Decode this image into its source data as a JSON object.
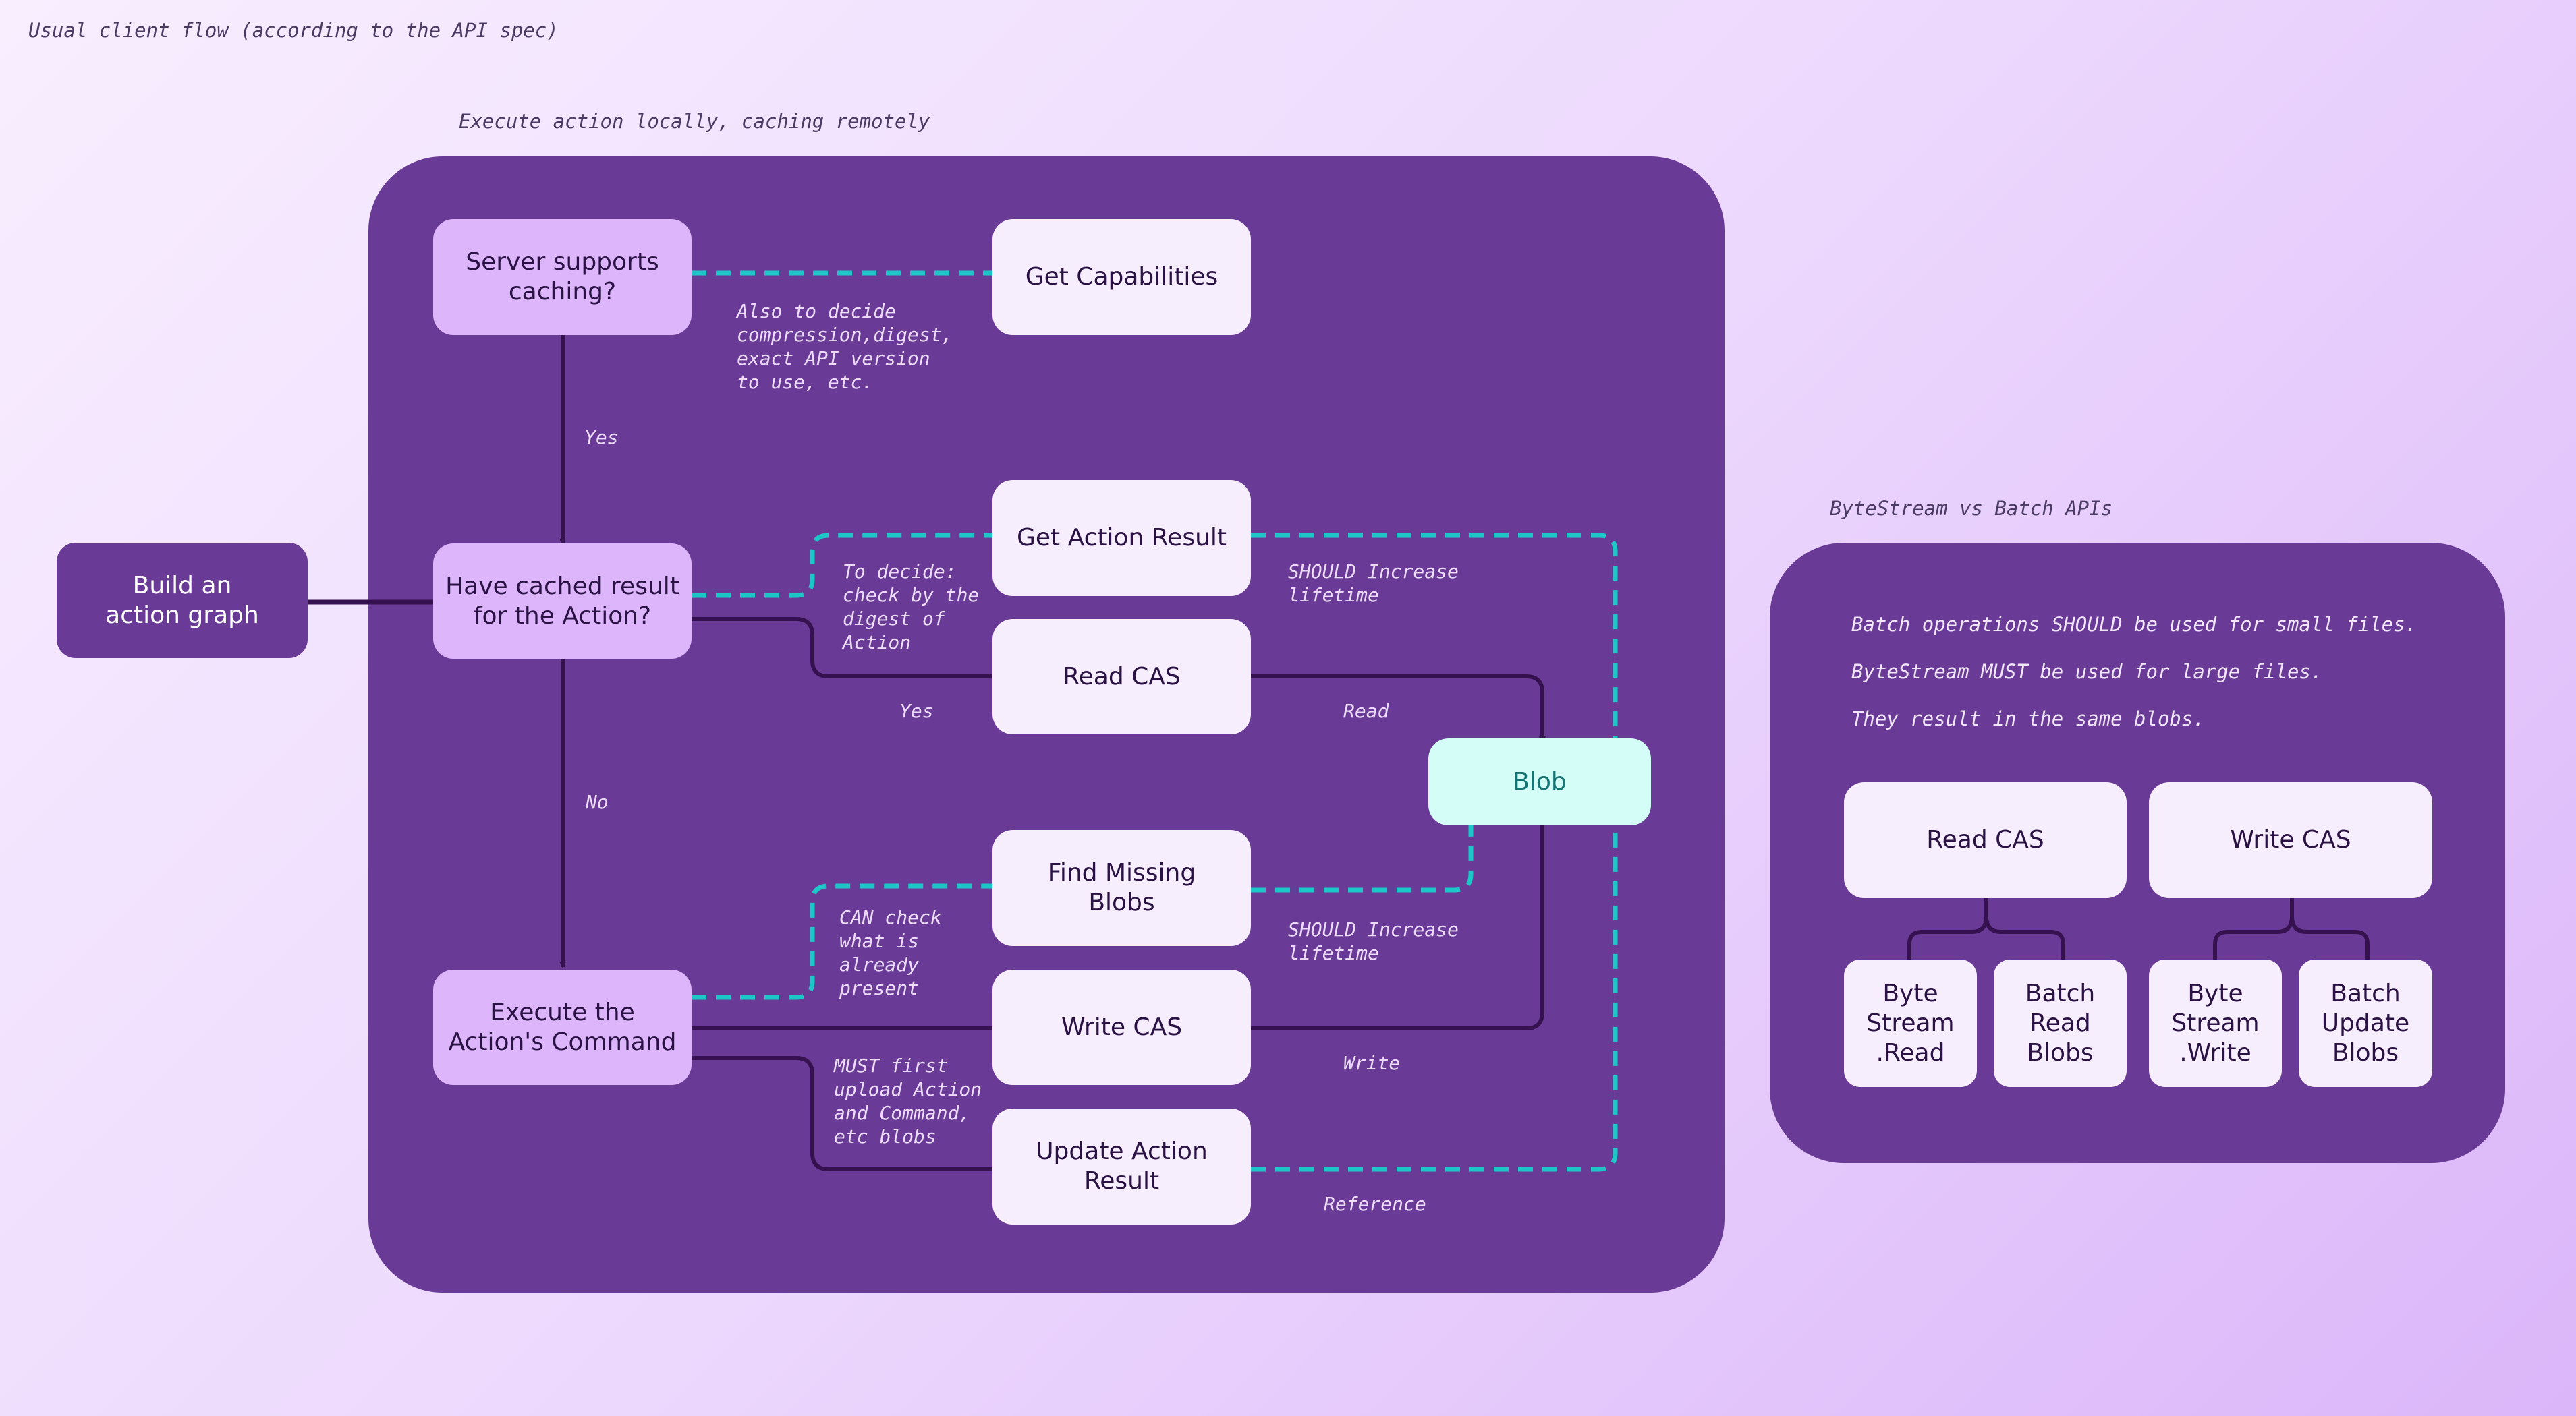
{
  "page_title": "Usual client flow (according to the API spec)",
  "main_section": {
    "caption": "Execute action locally, caching remotely",
    "nodes": {
      "build_graph": "Build an\naction graph",
      "server_supports_caching": "Server supports\ncaching?",
      "get_capabilities": "Get Capabilities",
      "have_cached_result": "Have cached result\nfor the Action?",
      "get_action_result": "Get Action Result",
      "read_cas": "Read CAS",
      "blob": "Blob",
      "find_missing_blobs": "Find Missing\nBlobs",
      "execute_command": "Execute the\nAction's Command",
      "write_cas": "Write CAS",
      "update_action_result": "Update Action\nResult"
    },
    "notes": {
      "capabilities": "Also to decide\ncompression,digest,\nexact API version\nto use, etc.",
      "yes_top": "Yes",
      "to_decide": "To decide:\ncheck by the\ndigest of\nAction",
      "yes_mid": "Yes",
      "no": "No",
      "should_increase_1": "SHOULD Increase\nlifetime",
      "read": "Read",
      "can_check": "CAN check\nwhat is\nalready\npresent",
      "should_increase_2": "SHOULD Increase\nlifetime",
      "must_first": "MUST first\nupload Action\nand Command,\netc blobs",
      "write": "Write",
      "reference": "Reference"
    }
  },
  "side_section": {
    "caption": "ByteStream vs Batch APIs",
    "lines": [
      "Batch operations SHOULD be used for small files.",
      "ByteStream MUST be used for large files.",
      "They result in the same blobs."
    ],
    "nodes": {
      "read_cas": "Read CAS",
      "write_cas": "Write CAS",
      "bytestream_read": "Byte\nStream\n.Read",
      "batch_read_blobs": "Batch\nRead\nBlobs",
      "bytestream_write": "Byte\nStream\n.Write",
      "batch_update_blobs": "Batch\nUpdate\nBlobs"
    }
  },
  "colors": {
    "panel": "#6a3b96",
    "node_light": "#f7eefd",
    "node_lavender": "#ddb5fb",
    "blob": "#d4fdf7",
    "solid_arrow": "#35124f",
    "dashed_arrow": "#1dc7c7"
  }
}
